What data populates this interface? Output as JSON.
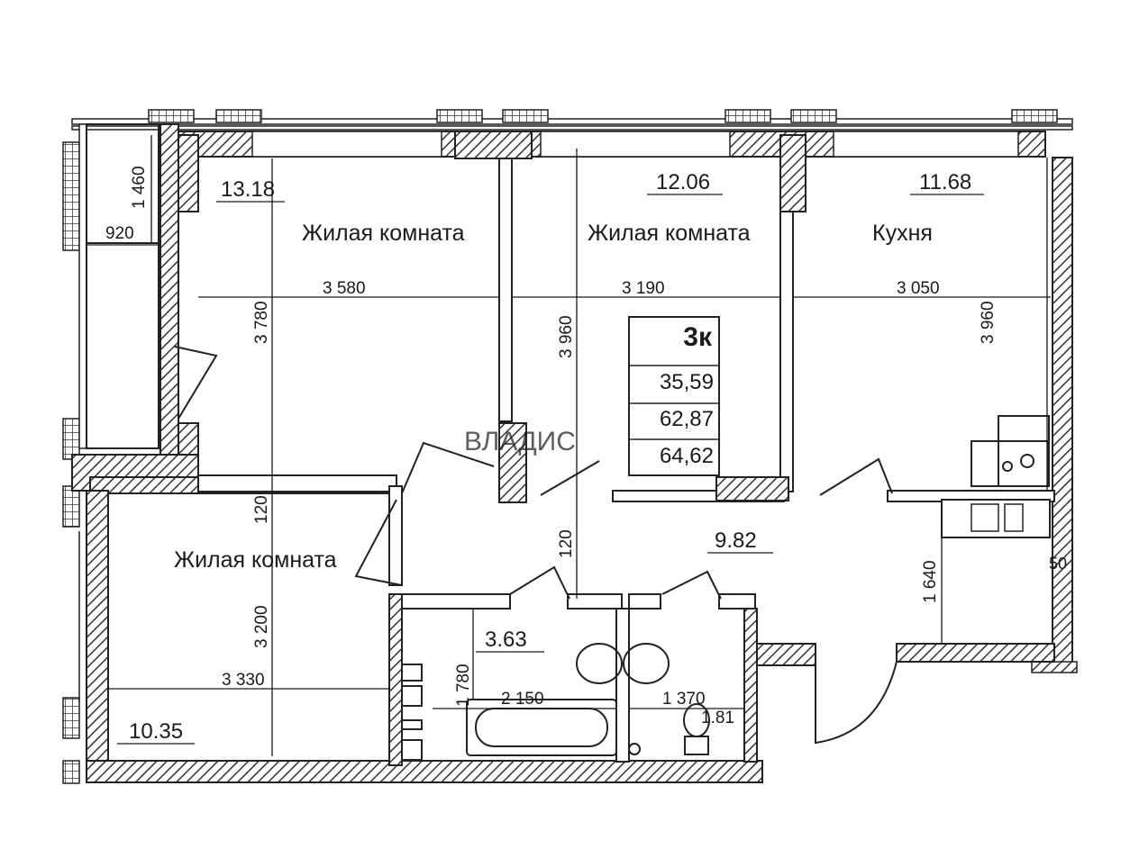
{
  "rooms": {
    "living_1": {
      "name": "Жилая комната",
      "area": "13.18"
    },
    "living_2": {
      "name": "Жилая комната",
      "area": "12.06"
    },
    "kitchen": {
      "name": "Кухня",
      "area": "11.68"
    },
    "living_3": {
      "name": "Жилая комната",
      "area": "10.35"
    },
    "hall": {
      "area": "9.82"
    },
    "bathroom": {
      "area": "3.63"
    },
    "wc": {
      "area": "1.81"
    }
  },
  "dimensions": {
    "balcony_height": "1 460",
    "balcony_width": "920",
    "living_1_width": "3 580",
    "living_1_depth": "3 780",
    "living_2_width": "3 190",
    "living_2_depth": "3 960",
    "kitchen_width": "3 050",
    "kitchen_depth": "3 960",
    "wall_gap_1": "120",
    "wall_gap_2": "120",
    "hall_depth": "1 640",
    "living_3_width": "3 330",
    "living_3_depth": "3 200",
    "bath_depth": "1 780",
    "bath_width": "2 150",
    "wc_width": "1 370"
  },
  "info_box": {
    "rooms": "3к",
    "living_area": "35,59",
    "total_area": "62,87",
    "area_with_balcony": "64,62"
  },
  "watermark": "ВЛАДИС",
  "edge_labels": {
    "right_fragment": "50"
  },
  "colors": {
    "wall": "#333333",
    "line": "#1a1a1a",
    "background": "#ffffff"
  }
}
